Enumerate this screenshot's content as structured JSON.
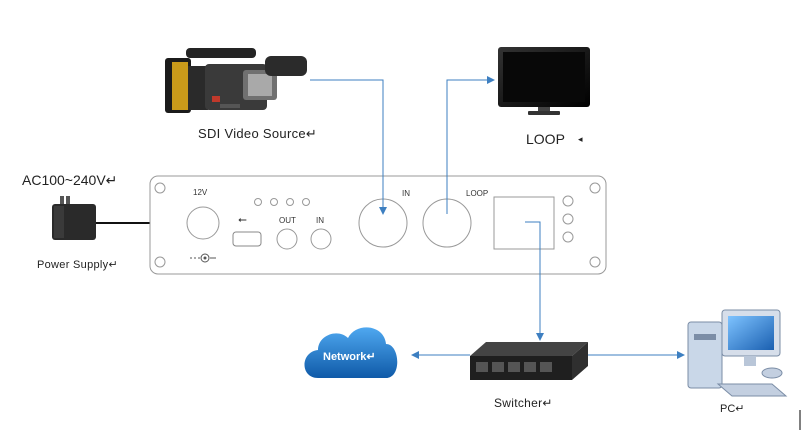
{
  "labels": {
    "sdi_source": "SDI Video Source↵",
    "loop_monitor": "LOOP",
    "loop_arrow": "◂",
    "ac_power": "AC100~240V↵",
    "power_supply": "Power Supply↵",
    "switcher": "Switcher↵",
    "pc": "PC↵",
    "network": "Network↵"
  },
  "device_panel": {
    "port_12v": "12V",
    "port_out": "OUT",
    "port_in_small": "IN",
    "port_in_sdi": "IN",
    "port_loop": "LOOP",
    "usb_symbol": "⭠"
  },
  "colors": {
    "arrow": "#3d7fc1",
    "cloud": "#1a6ab8",
    "panel_stroke": "#999999"
  }
}
